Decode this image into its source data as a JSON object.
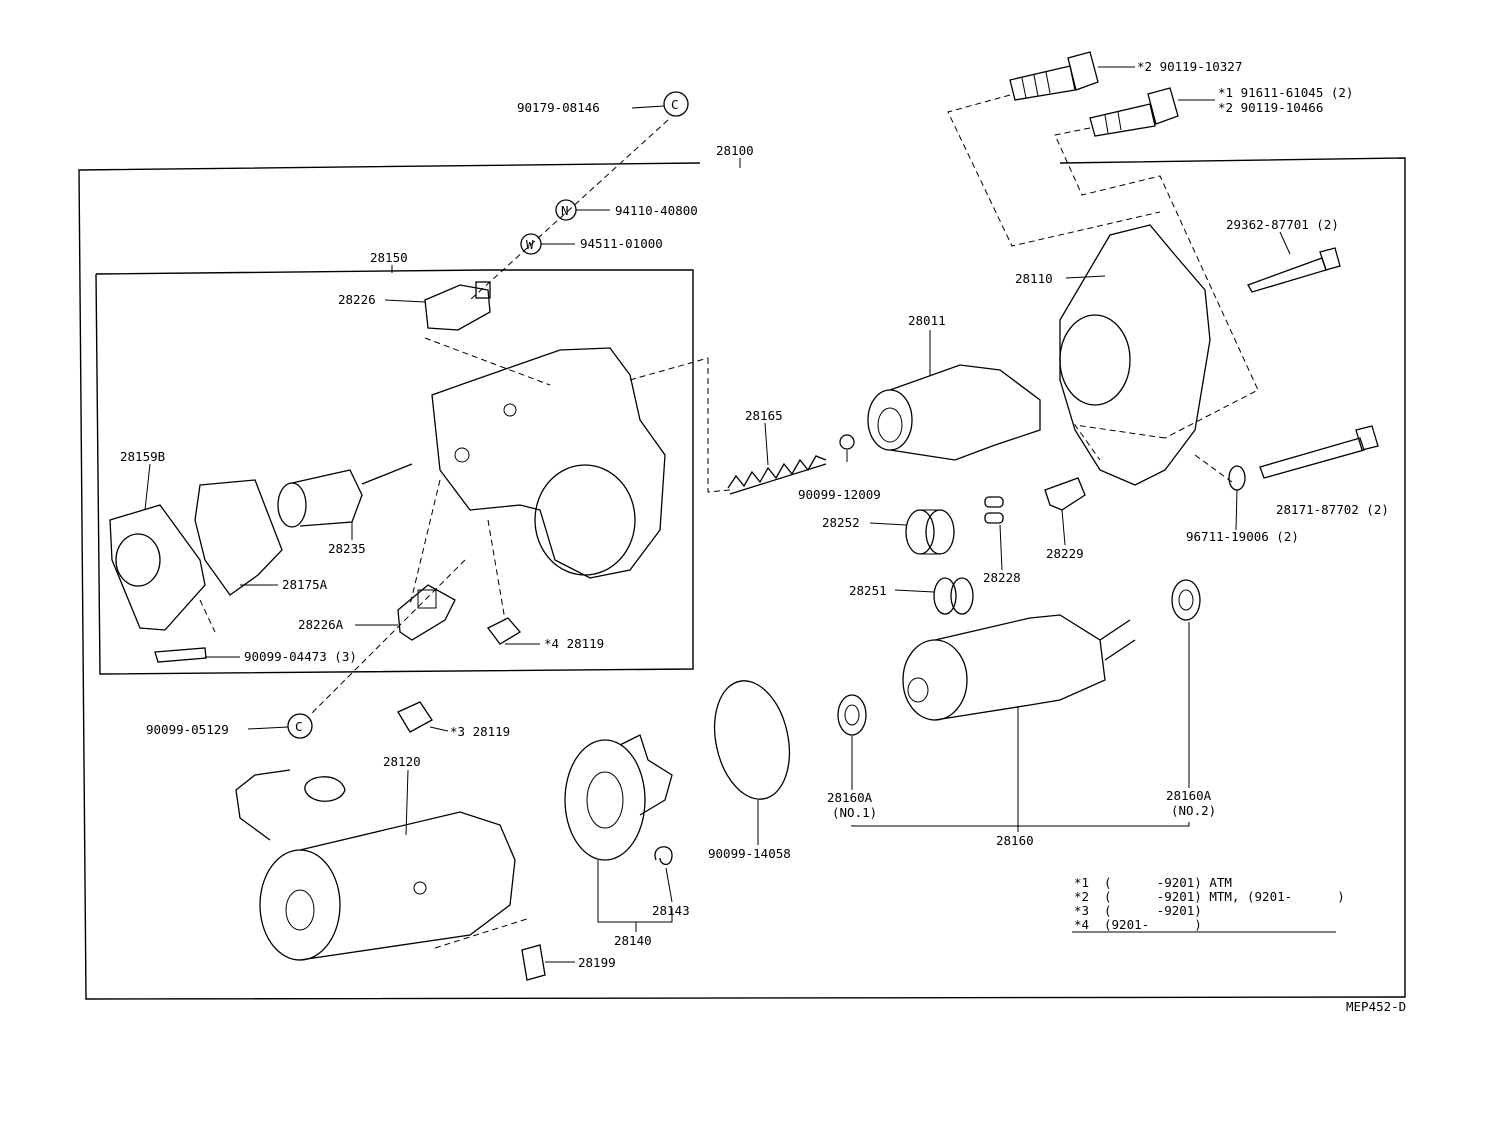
{
  "diagram_code": "MEP452-D",
  "assembly_label": "28100",
  "subassembly_label": "28150",
  "parts": {
    "cap_top": "90179-08146",
    "nut": "94110-40800",
    "washer": "94511-01000",
    "bolt_a": "*2 90119-10327",
    "bolt_b_1": "*1 91611-61045 (2)",
    "bolt_b_2": "*2 90119-10466",
    "housing_bolt": "29362-87701 (2)",
    "drive_housing": "28110",
    "clutch": "28011",
    "switch_terminal": "28226",
    "spring": "28165",
    "ball": "90099-12009",
    "cover": "28159B",
    "gasket": "28175A",
    "plunger": "28235",
    "terminal_a": "28226A",
    "screw_4": "*4 28119",
    "cover_bolt": "90099-04473 (3)",
    "gear_idle": "28252",
    "retainer": "28228",
    "gear_pinion": "28251",
    "holder_28229": "28229",
    "through_bolt": "28171-87702 (2)",
    "washer_small": "96711-19006 (2)",
    "cap_lower": "90099-05129",
    "screw_3": "*3 28119",
    "yoke": "28120",
    "oring": "90099-14058",
    "bearing_1_a": "28160A",
    "bearing_1_b": "(NO.1)",
    "bearing_2_a": "28160A",
    "bearing_2_b": "(NO.2)",
    "armature": "28160",
    "spring_brush": "28143",
    "brush_holder": "28140",
    "grommet": "28199"
  },
  "notes": [
    {
      "mark": "*1",
      "text": "(      -9201) ATM"
    },
    {
      "mark": "*2",
      "text": "(      -9201) MTM, (9201-      )"
    },
    {
      "mark": "*3",
      "text": "(      -9201)"
    },
    {
      "mark": "*4",
      "text": "(9201-      )"
    }
  ],
  "symbols": {
    "cap": "C",
    "nut": "N",
    "washer": "W"
  }
}
